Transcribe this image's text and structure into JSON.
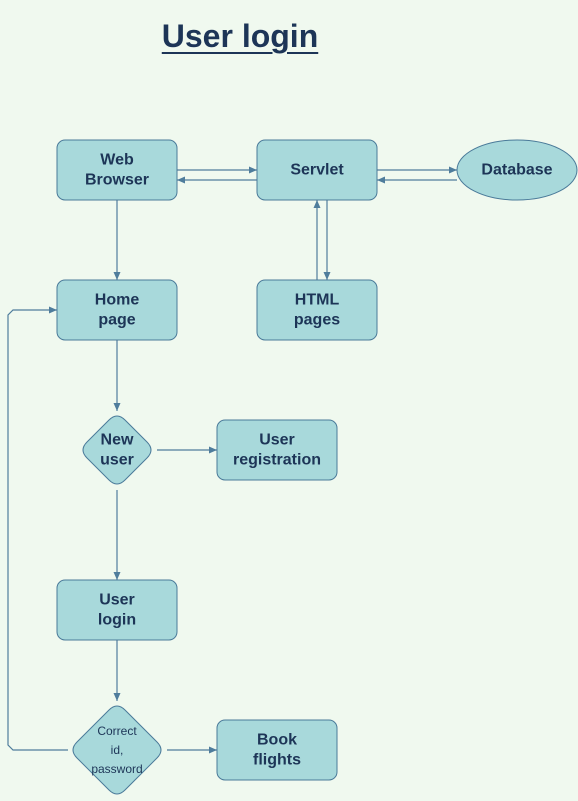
{
  "title": "User login",
  "nodes": [
    {
      "id": "web-browser",
      "shape": "rect",
      "lines": [
        "Web",
        "Browser"
      ]
    },
    {
      "id": "servlet",
      "shape": "rect",
      "lines": [
        "Servlet"
      ]
    },
    {
      "id": "database",
      "shape": "ellipse",
      "lines": [
        "Database"
      ]
    },
    {
      "id": "home-page",
      "shape": "rect",
      "lines": [
        "Home",
        "page"
      ]
    },
    {
      "id": "html-pages",
      "shape": "rect",
      "lines": [
        "HTML",
        "pages"
      ]
    },
    {
      "id": "new-user",
      "shape": "diamond",
      "lines": [
        "New",
        "user"
      ]
    },
    {
      "id": "user-registration",
      "shape": "rect",
      "lines": [
        "User",
        "registration"
      ]
    },
    {
      "id": "user-login",
      "shape": "rect",
      "lines": [
        "User",
        "login"
      ]
    },
    {
      "id": "correct-id-password",
      "shape": "diamond",
      "lines": [
        "Correct",
        "id,",
        "password"
      ]
    },
    {
      "id": "book-flights",
      "shape": "rect",
      "lines": [
        "Book",
        "flights"
      ]
    }
  ],
  "edges": [
    {
      "from": "web-browser",
      "to": "servlet"
    },
    {
      "from": "servlet",
      "to": "web-browser"
    },
    {
      "from": "servlet",
      "to": "database"
    },
    {
      "from": "database",
      "to": "servlet"
    },
    {
      "from": "html-pages",
      "to": "servlet"
    },
    {
      "from": "servlet",
      "to": "html-pages"
    },
    {
      "from": "web-browser",
      "to": "home-page"
    },
    {
      "from": "home-page",
      "to": "new-user"
    },
    {
      "from": "new-user",
      "to": "user-registration"
    },
    {
      "from": "new-user",
      "to": "user-login"
    },
    {
      "from": "user-login",
      "to": "correct-id-password"
    },
    {
      "from": "correct-id-password",
      "to": "book-flights"
    },
    {
      "from": "correct-id-password",
      "to": "home-page"
    }
  ],
  "colors": {
    "background": "#f0f9ef",
    "node_fill": "#a8d9db",
    "node_stroke": "#4a7a99",
    "edge": "#4f7d9c",
    "text": "#1d3557"
  }
}
